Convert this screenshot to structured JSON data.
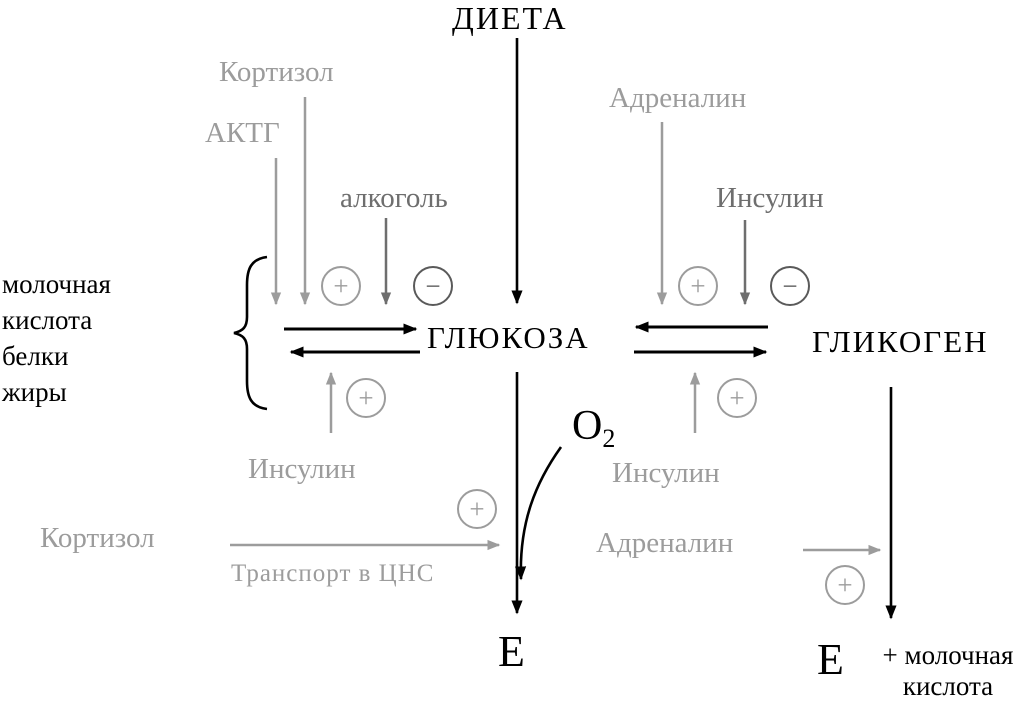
{
  "colors": {
    "black": "#000000",
    "gray": "#9c9c9c",
    "dark_gray": "#6e6e6e",
    "minus_gray": "#5a5a5a"
  },
  "labels": {
    "dieta": "ДИЕТА",
    "cortisol_top": "Кортизол",
    "acth": "АКТГ",
    "alcohol": "алкоголь",
    "adrenaline_top": "Адреналин",
    "insulin_top_right": "Инсулин",
    "substrates": "молочная\nкислота\nбелки\nжиры",
    "glucose": "ГЛЮКОЗА",
    "glycogen": "ГЛИКОГЕН",
    "insulin_mid_left": "Инсулин",
    "insulin_mid_right": "Инсулин",
    "cortisol_bottom": "Кортизол",
    "transport_cns": "Транспорт в ЦНС",
    "adrenaline_bottom": "Адреналин",
    "o2_base": "O",
    "o2_sub": "2",
    "energy_left": "Е",
    "energy_right": "Е",
    "lactic_acid_product": "+ молочная\nкислота"
  },
  "signs": {
    "plus": "+",
    "minus": "−"
  }
}
